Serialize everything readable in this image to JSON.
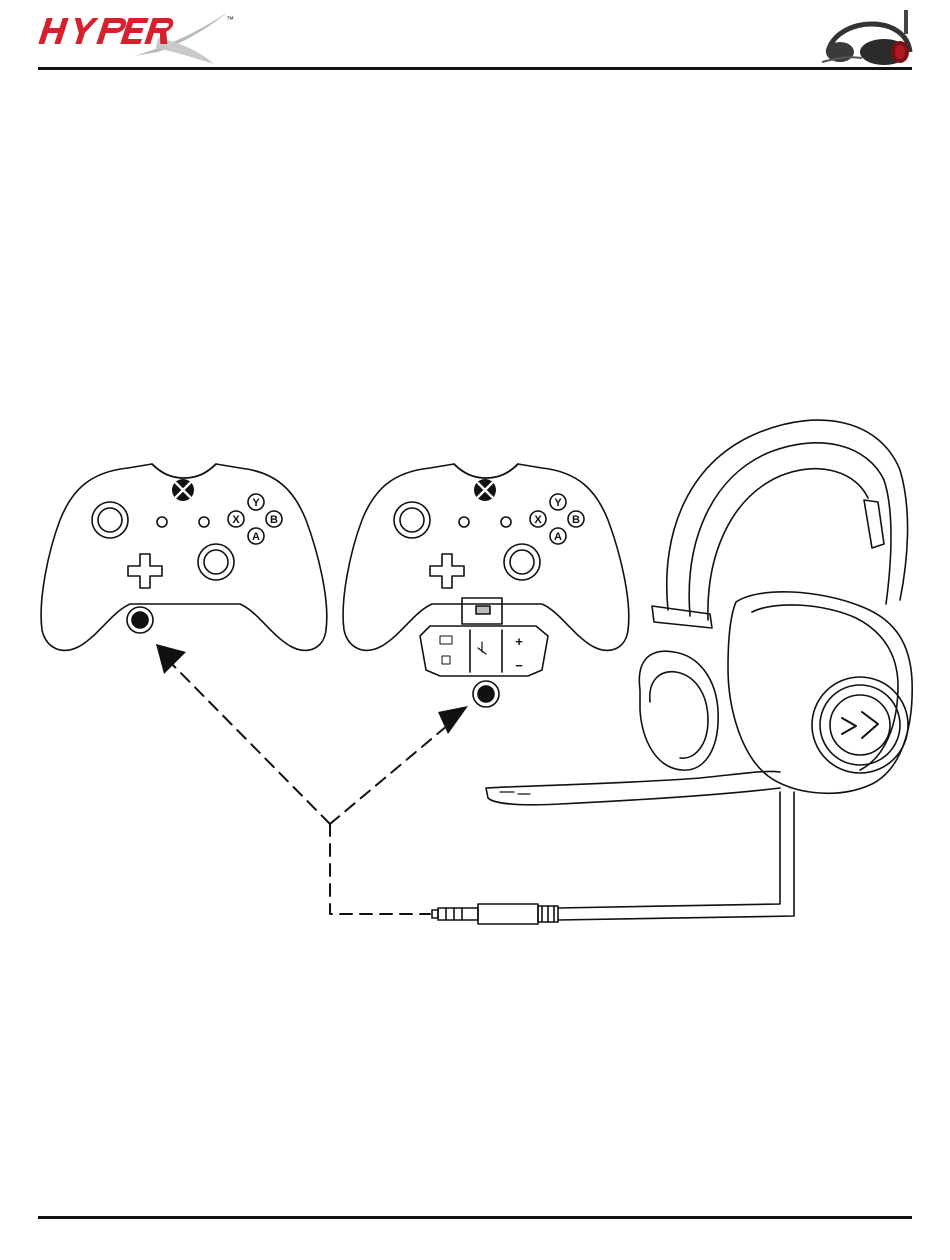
{
  "brand": {
    "logo_text": "HYPERX",
    "trademark": "™",
    "accent_color": "#d6202e",
    "swoosh_color": "#b9b9b9"
  },
  "header": {
    "thumbnail_icon": "headset-thumbnail-icon"
  },
  "illustration": {
    "controllers": [
      {
        "id": "controller-direct",
        "buttons": [
          "Y",
          "X",
          "B",
          "A"
        ],
        "jack_icon": "audio-jack-port-icon"
      },
      {
        "id": "controller-with-adapter",
        "buttons": [
          "Y",
          "X",
          "B",
          "A"
        ],
        "adapter_signs": [
          "+",
          "−"
        ],
        "jack_icon": "audio-jack-port-icon"
      }
    ],
    "headset_icon": "headset-icon",
    "plug_icon": "3.5mm-plug-icon",
    "line_color": "#111111"
  }
}
